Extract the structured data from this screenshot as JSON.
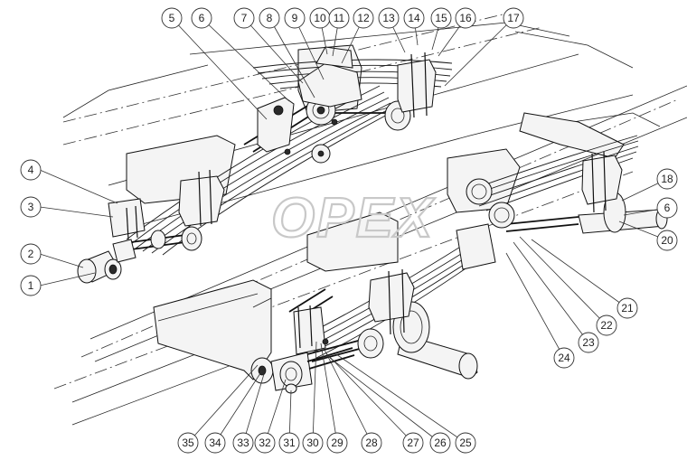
{
  "watermark": {
    "text": "OPEX"
  },
  "callouts": [
    {
      "label": "1"
    },
    {
      "label": "2"
    },
    {
      "label": "3"
    },
    {
      "label": "4"
    },
    {
      "label": "5"
    },
    {
      "label": "6"
    },
    {
      "label": "7"
    },
    {
      "label": "8"
    },
    {
      "label": "9"
    },
    {
      "label": "10"
    },
    {
      "label": "11"
    },
    {
      "label": "12"
    },
    {
      "label": "13"
    },
    {
      "label": "14"
    },
    {
      "label": "15"
    },
    {
      "label": "16"
    },
    {
      "label": "17"
    },
    {
      "label": "18"
    },
    {
      "label": "6"
    },
    {
      "label": "20"
    },
    {
      "label": "21"
    },
    {
      "label": "22"
    },
    {
      "label": "23"
    },
    {
      "label": "24"
    },
    {
      "label": "25"
    },
    {
      "label": "26"
    },
    {
      "label": "27"
    },
    {
      "label": "28"
    },
    {
      "label": "29"
    },
    {
      "label": "30"
    },
    {
      "label": "31"
    },
    {
      "label": "32"
    },
    {
      "label": "33"
    },
    {
      "label": "34"
    },
    {
      "label": "35"
    }
  ]
}
